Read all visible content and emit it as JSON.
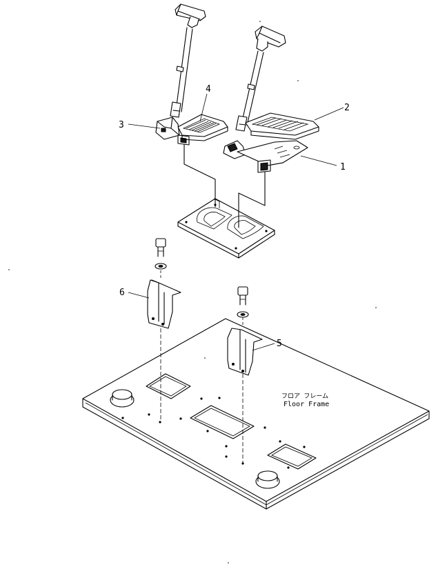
{
  "callouts": [
    {
      "id": "1",
      "label": "1"
    },
    {
      "id": "2",
      "label": "2"
    },
    {
      "id": "3",
      "label": "3"
    },
    {
      "id": "4",
      "label": "4"
    },
    {
      "id": "5",
      "label": "5"
    },
    {
      "id": "6",
      "label": "6"
    }
  ],
  "caption": {
    "japanese": "フロア フレーム",
    "english": "Floor Frame"
  }
}
